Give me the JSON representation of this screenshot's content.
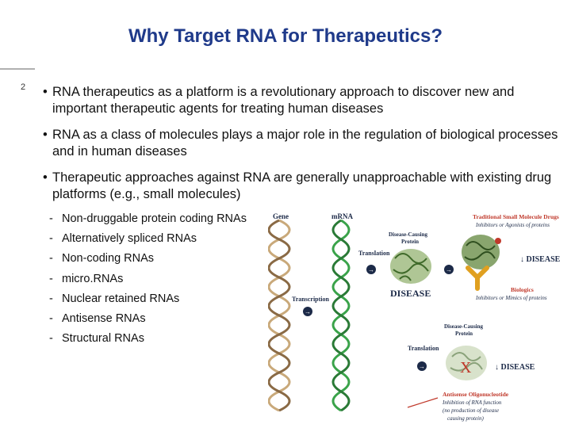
{
  "slide": {
    "title": "Why Target RNA for Therapeutics?",
    "page_number": "2",
    "bullets": [
      "RNA therapeutics as a platform is a revolutionary approach to discover new and important therapeutic agents for treating human diseases",
      "RNA as a class of molecules plays a major role in the regulation of biological processes and in human diseases",
      "Therapeutic approaches against RNA are generally unapproachable with existing drug platforms (e.g., small molecules)"
    ],
    "sub_bullets": [
      "Non-druggable protein coding RNAs",
      "Alternatively spliced RNAs",
      "Non-coding RNAs",
      "micro.RNAs",
      "Nuclear retained RNAs",
      "Antisense RNAs",
      "Structural RNAs"
    ]
  },
  "figure": {
    "gene_label": "Gene",
    "mrna_label": "mRNA",
    "transcription_label": "Transcription",
    "translation_label_1": "Translation",
    "translation_label_2": "Translation",
    "disease_protein_label_1": "Disease-Causing",
    "disease_protein_label_2": "Protein",
    "disease_main": "DISEASE",
    "trad_drugs_1": "Traditional Small Molecule Drugs",
    "trad_drugs_2": "Inhibitors or Agonists of proteins",
    "down_disease_1": "↓ DISEASE",
    "biologics_1": "Biologics",
    "biologics_2": "Inhibitors or Mimics of proteins",
    "disease_protein2_label_1": "Disease-Causing",
    "disease_protein2_label_2": "Protein",
    "x_mark": "X",
    "down_disease_2": "↓ DISEASE",
    "antisense_1": "Antisense Oligonucleotide",
    "antisense_2": "Inhibition of RNA function",
    "antisense_3": "(no production of disease",
    "antisense_4": "causing protein)",
    "colors": {
      "title": "#1f3a8a",
      "label_red": "#c0392b",
      "label_dark": "#1c2a48",
      "helix_tan": "#c9a97a",
      "helix_green": "#3aa34a"
    }
  }
}
